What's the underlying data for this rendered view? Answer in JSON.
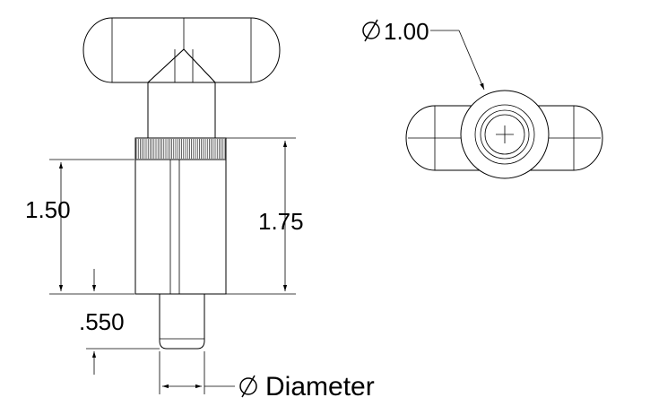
{
  "dimensions": {
    "head_diameter": "1.00",
    "overall_height": "1.75",
    "body_height": "1.50",
    "pin_length": ".550",
    "pin_label": "Diameter"
  },
  "symbols": {
    "diameter": "diameter-symbol"
  }
}
